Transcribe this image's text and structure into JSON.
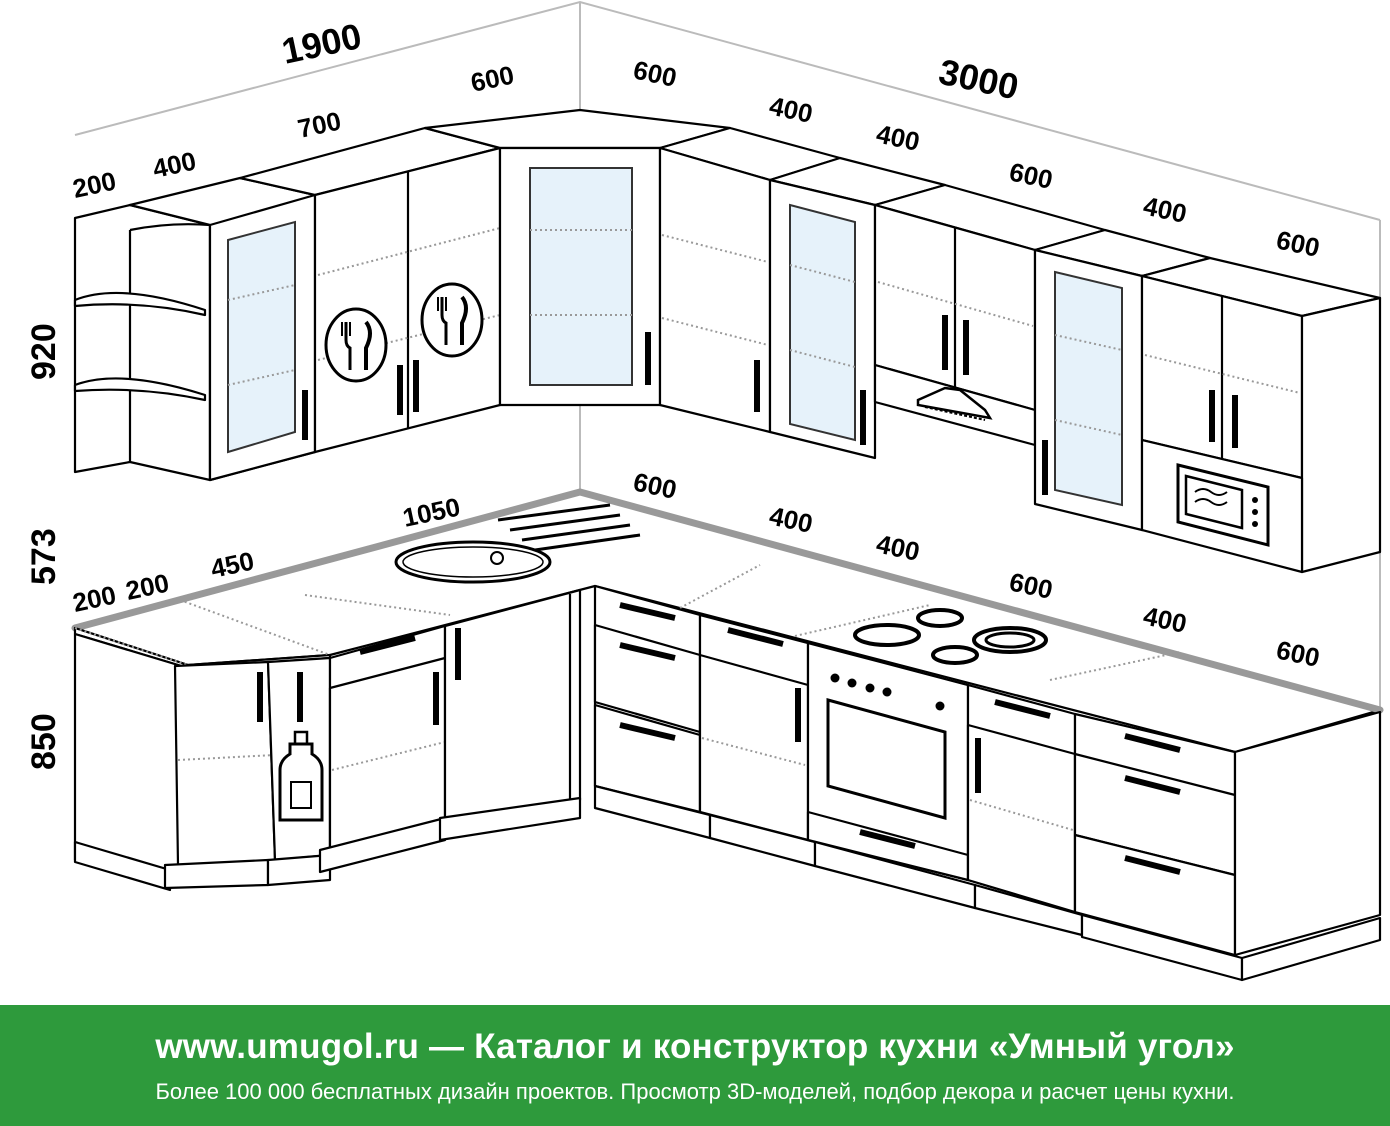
{
  "dimensions": {
    "top_left_total": "1900",
    "top_right_total": "3000",
    "upper_left": [
      "200",
      "400",
      "700",
      "600"
    ],
    "upper_right": [
      "600",
      "400",
      "400",
      "600",
      "400",
      "600"
    ],
    "heights": [
      "920",
      "573",
      "850"
    ],
    "lower_left": [
      "200",
      "200",
      "450",
      "1050"
    ],
    "lower_right": [
      "600",
      "400",
      "400",
      "600",
      "400",
      "600"
    ]
  },
  "footer": {
    "title": "www.umugol.ru — Каталог и конструктор кухни «Умный угол»",
    "subtitle": "Более 100 000 бесплатных дизайн проектов. Просмотр 3D-моделей, подбор декора и расчет цены кухни."
  },
  "colors": {
    "footer_bg": "#2e9a3c",
    "glass": "#e6f2fa",
    "line": "#000000"
  },
  "icons": [
    "plate-cutlery-icon",
    "bottle-icon",
    "sink-icon",
    "cooktop-icon",
    "oven-icon",
    "range-hood-icon",
    "microwave-icon"
  ]
}
